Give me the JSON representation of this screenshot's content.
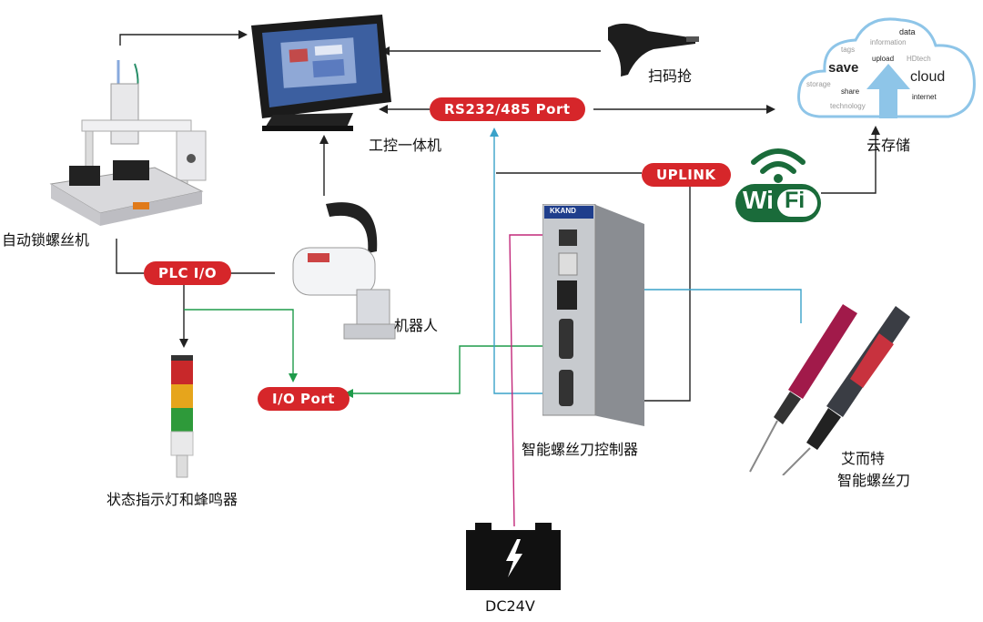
{
  "colors": {
    "pill_bg": "#d6262a",
    "pill_text": "#ffffff",
    "green_wire": "#1e9b4a",
    "blue_wire": "#3aa2c9",
    "magenta_wire": "#c2287a",
    "black_wire": "#222222",
    "wifi_green": "#1a6b3a"
  },
  "pills": {
    "rs232": "RS232/485 Port",
    "uplink": "UPLINK",
    "plc_io": "PLC I/O",
    "io_port": "I/O Port"
  },
  "labels": {
    "industrial_pc": "工控一体机",
    "scanner": "扫码抢",
    "cloud_storage": "云存储",
    "screw_machine": "自动锁螺丝机",
    "robot": "机器人",
    "status_light": "状态指示灯和蜂鸣器",
    "controller": "智能螺丝刀控制器",
    "screwdriver_line1": "艾而特",
    "screwdriver_line2": "智能螺丝刀",
    "power": "DC24V"
  },
  "cloud_words": {
    "save": "save",
    "cloud": "cloud",
    "data": "data",
    "tags": "tags",
    "information": "information",
    "upload": "upload",
    "hdtech": "HDtech",
    "storage": "storage",
    "share": "share",
    "internet": "internet",
    "technology": "technology"
  },
  "wifi": {
    "text_wi": "Wi",
    "text_fi": "Fi"
  },
  "controller_brand": "KKAND",
  "icons": {
    "monitor": "industrial-pc-monitor-icon",
    "scanner": "barcode-scanner-icon",
    "cloud": "cloud-storage-icon",
    "wifi": "wifi-icon",
    "machine": "screw-machine-icon",
    "robot": "scara-robot-icon",
    "light": "signal-tower-light-icon",
    "controller": "controller-box-icon",
    "screwdriver": "electric-screwdriver-icon",
    "battery": "battery-icon"
  }
}
